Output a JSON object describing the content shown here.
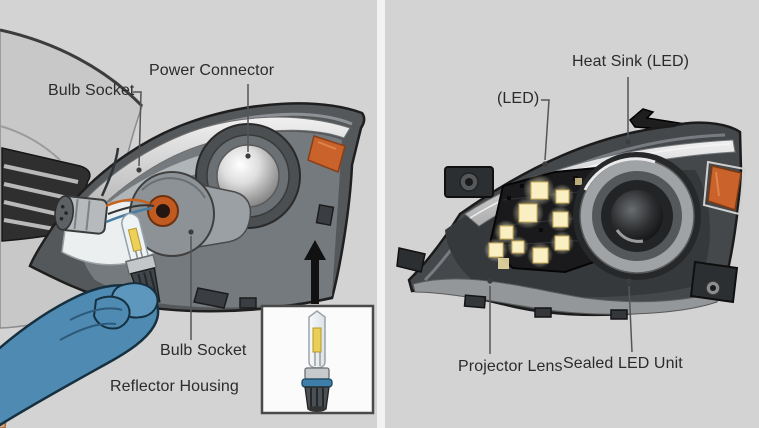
{
  "left_panel": {
    "labels": {
      "bulb_socket_top": "Bulb Socket",
      "power_connector": "Power Connector",
      "bulb_socket_bottom": "Bulb Socket",
      "reflector_housing": "Reflector Housing"
    }
  },
  "right_panel": {
    "labels": {
      "led_strip": "(LED)",
      "heat_sink": "Heat Sink (LED)",
      "projector_lens": "Projector Lens",
      "sealed_led_unit": "Sealed LED Unit"
    }
  },
  "icons": {
    "up_arrow": "up-arrow"
  },
  "colors": {
    "background": "#d3d3d3",
    "divider": "#f2f2f2",
    "label_text": "#2b2b2b",
    "leader_line": "#555555",
    "amber_reflector": "#c9622b",
    "glove_blue": "#4e8ab2",
    "led_glow": "#f9efc2",
    "arrow_black": "#111111",
    "inset_background": "#fbfbfb",
    "housing_gray": "#45484b",
    "chrome_strip": "#d9d9d9"
  }
}
